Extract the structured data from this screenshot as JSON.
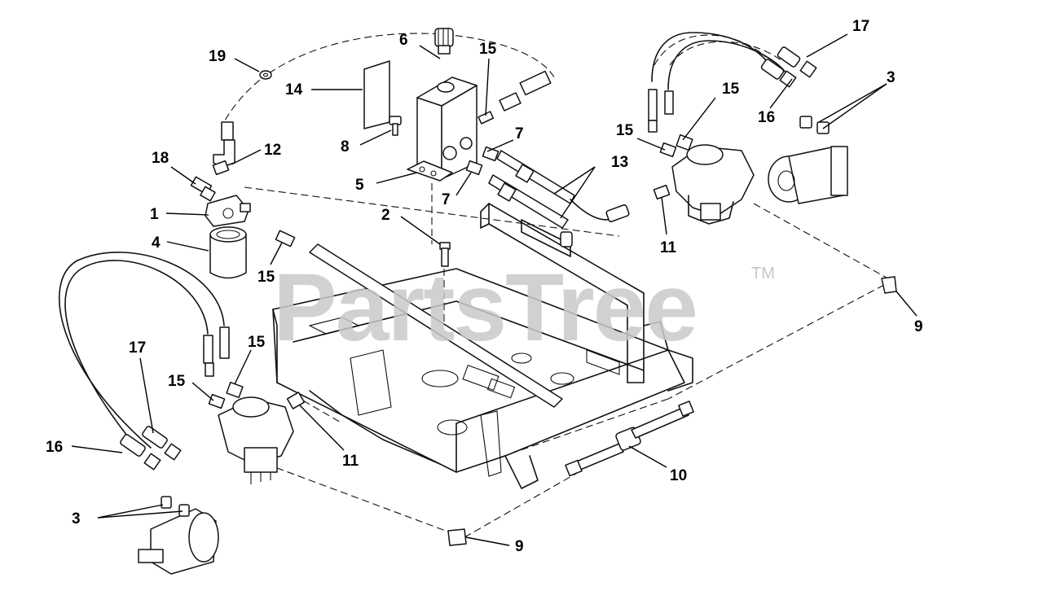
{
  "watermark": {
    "text": "PartsTree",
    "trademark": "TM"
  },
  "callouts": {
    "c17a": "17",
    "c19": "19",
    "c6": "6",
    "c15a": "15",
    "c3a": "3",
    "c14": "14",
    "c15b": "15",
    "c16a": "16",
    "c18": "18",
    "c12": "12",
    "c8": "8",
    "c7a": "7",
    "c15c": "15",
    "c13": "13",
    "c5": "5",
    "c7b": "7",
    "c1": "1",
    "c2": "2",
    "c4": "4",
    "c11a": "11",
    "c15d": "15",
    "c9a": "9",
    "c17b": "17",
    "c15e": "15",
    "c15f": "15",
    "c16b": "16",
    "c11b": "11",
    "c10": "10",
    "c3b": "3",
    "c9b": "9"
  }
}
